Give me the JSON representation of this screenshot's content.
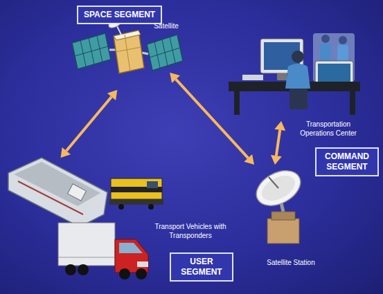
{
  "diagram": {
    "nodes": [
      {
        "text": [
          "SPACE SEGMENT"
        ]
      },
      {
        "text": [
          "Satellite"
        ]
      },
      {
        "text": [
          "Transportation Operations Center"
        ]
      },
      {
        "text": [
          "COMMAND SEGMENT"
        ]
      },
      {
        "text": [
          "Satellite Station"
        ]
      },
      {
        "text": [
          "Transport Vehicles with Transponders"
        ]
      },
      {
        "text": [
          "USER SEGMENT"
        ]
      }
    ],
    "edges": [
      {
        "from": 1,
        "to": 5,
        "arrow": "both"
      },
      {
        "from": 1,
        "to": 4,
        "arrow": "both"
      },
      {
        "from": 4,
        "to": 2,
        "arrow": "both"
      }
    ]
  }
}
